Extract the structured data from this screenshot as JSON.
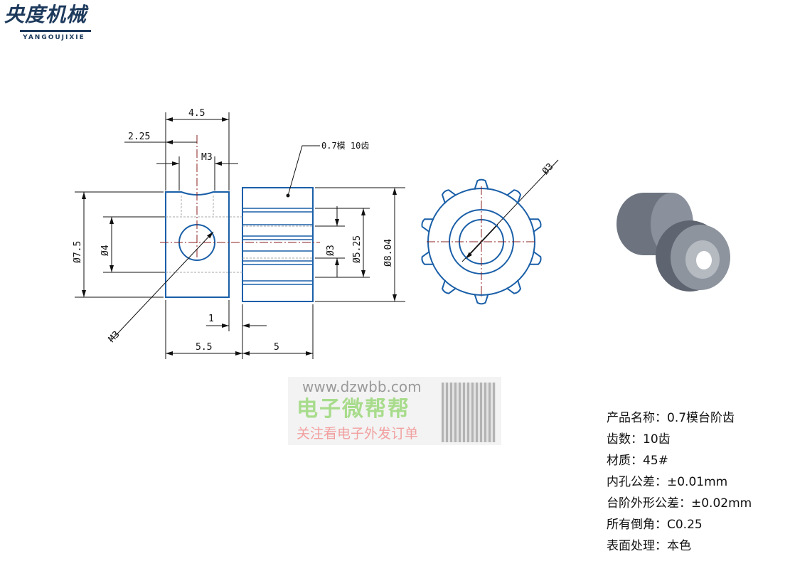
{
  "logo": {
    "name_cn": "央度机械",
    "name_en": "YANGOUJIXIE"
  },
  "dimensions": {
    "overall_hub_width": "4.5",
    "hole_offset": "2.25",
    "thread_top": "M3",
    "thread_leader": "M3",
    "hub_dia": "Ø7.5",
    "bore_dia": "Ø4",
    "step_width": "1",
    "hub_length": "5.5",
    "gear_length": "5",
    "gear_bore": "Ø3",
    "root_dia": "Ø5.25",
    "tip_dia": "Ø8.04",
    "gear_spec": "0.7模 10齿",
    "front_bore": "Ø3"
  },
  "watermark": {
    "url": "www.dzwbb.com",
    "title": "电子微帮帮",
    "subtitle": "关注看电子外发订单"
  },
  "specs": [
    "产品名称：0.7模台阶齿",
    "齿数：10齿",
    "材质：45#",
    "内孔公差：±0.01mm",
    "台阶外形公差：±0.02mm",
    "所有倒角：C0.25",
    "表面处理：本色"
  ],
  "colors": {
    "outline": "#1a5fa8",
    "dim": "#111111",
    "center": "#8b2020"
  }
}
